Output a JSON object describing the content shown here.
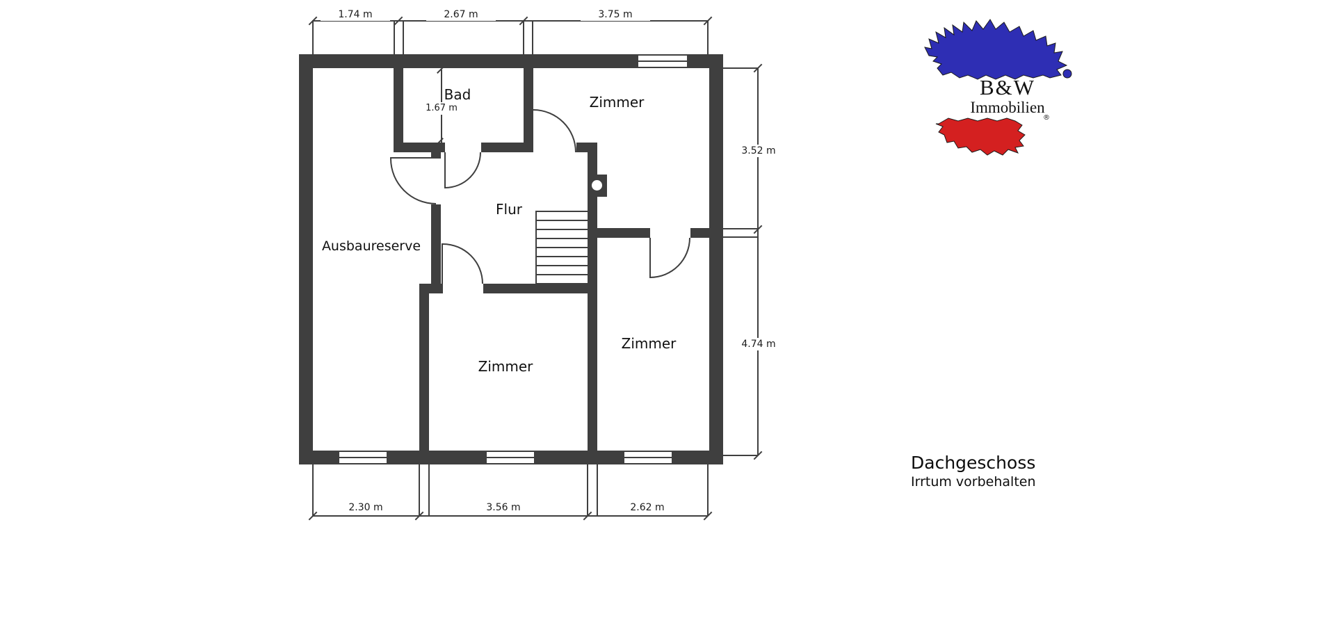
{
  "plan": {
    "rooms": {
      "bad": "Bad",
      "zimmer_top_right": "Zimmer",
      "flur": "Flur",
      "ausbaureserve": "Ausbaureserve",
      "zimmer_bottom": "Zimmer",
      "zimmer_right": "Zimmer"
    },
    "dimensions": {
      "top": [
        "1.74 m",
        "2.67 m",
        "3.75 m"
      ],
      "right": [
        "3.52 m",
        "4.74 m"
      ],
      "bottom": [
        "2.30 m",
        "3.56 m",
        "2.62 m"
      ],
      "bad_interior": "1.67 m"
    }
  },
  "logo": {
    "name_line1": "B&W",
    "name_line2": "Immobilien",
    "registered_mark": "®",
    "map_icon": "schleswig-holstein-map",
    "colors": {
      "blue": "#2E2EB4",
      "red": "#D42020"
    }
  },
  "footer": {
    "floor_title": "Dachgeschoss",
    "disclaimer": "Irrtum vorbehalten"
  },
  "colors": {
    "wall": "#3F3F3F",
    "background": "#FFFFFF",
    "text": "#111111"
  }
}
